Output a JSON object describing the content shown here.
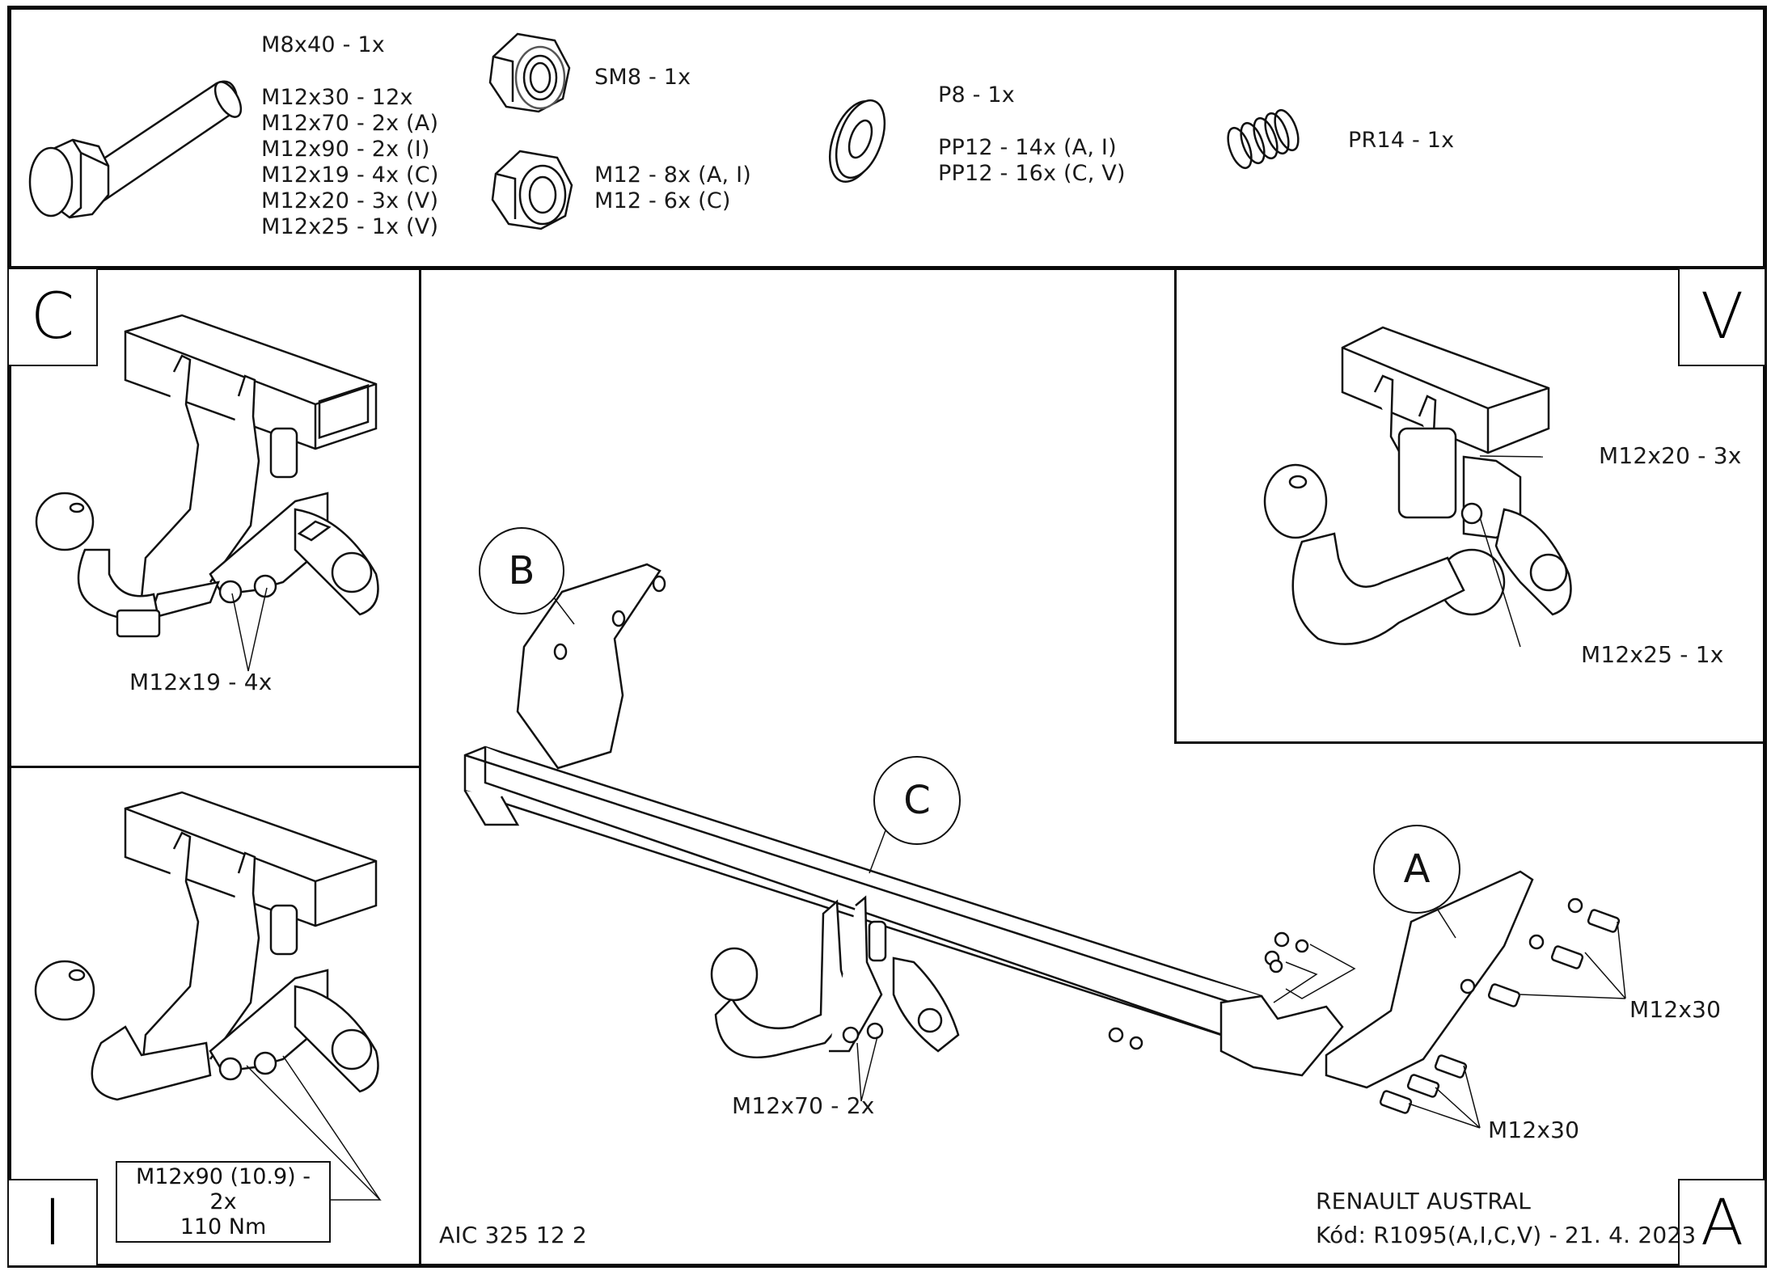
{
  "parts_list": {
    "bolts": {
      "icon": "hex-bolt-icon",
      "items": [
        "M8x40 - 1x",
        "M12x30 - 12x",
        "M12x70 - 2x (A)",
        "M12x90 - 2x (I)",
        "M12x19 - 4x (C)",
        "M12x20 - 3x (V)",
        "M12x25 - 1x (V)"
      ]
    },
    "self_locking_nut": {
      "icon": "lock-nut-icon",
      "label": "SM8 - 1x"
    },
    "nuts": {
      "icon": "hex-nut-icon",
      "items": [
        "M12 - 8x (A, I)",
        "M12 - 6x (C)"
      ]
    },
    "washers": {
      "icon": "washer-icon",
      "items": [
        "P8 - 1x",
        "PP12 - 14x (A, I)",
        "PP12 - 16x (C, V)"
      ]
    },
    "spring": {
      "icon": "spring-icon",
      "label": "PR14 - 1x"
    }
  },
  "panels": {
    "c": {
      "letter": "C",
      "callout": "M12x19 - 4x"
    },
    "i": {
      "letter": "I",
      "spec_line1": "M12x90 (10.9) - 2x",
      "spec_line2": "110 Nm"
    },
    "v": {
      "letter": "V",
      "callout_top": "M12x20 - 3x",
      "callout_bottom": "M12x25 - 1x"
    },
    "main": {
      "letter": "A",
      "bubbles": {
        "b": "B",
        "c": "C",
        "a": "A"
      },
      "callout_ball": "M12x70 - 2x",
      "callout_upper": "M12x30",
      "callout_lower": "M12x30"
    }
  },
  "footer": {
    "drawing_number": "AIC 325 12 2",
    "vehicle": "RENAULT AUSTRAL",
    "code": "Kód: R1095(A,I,C,V) - 21. 4. 2023"
  }
}
